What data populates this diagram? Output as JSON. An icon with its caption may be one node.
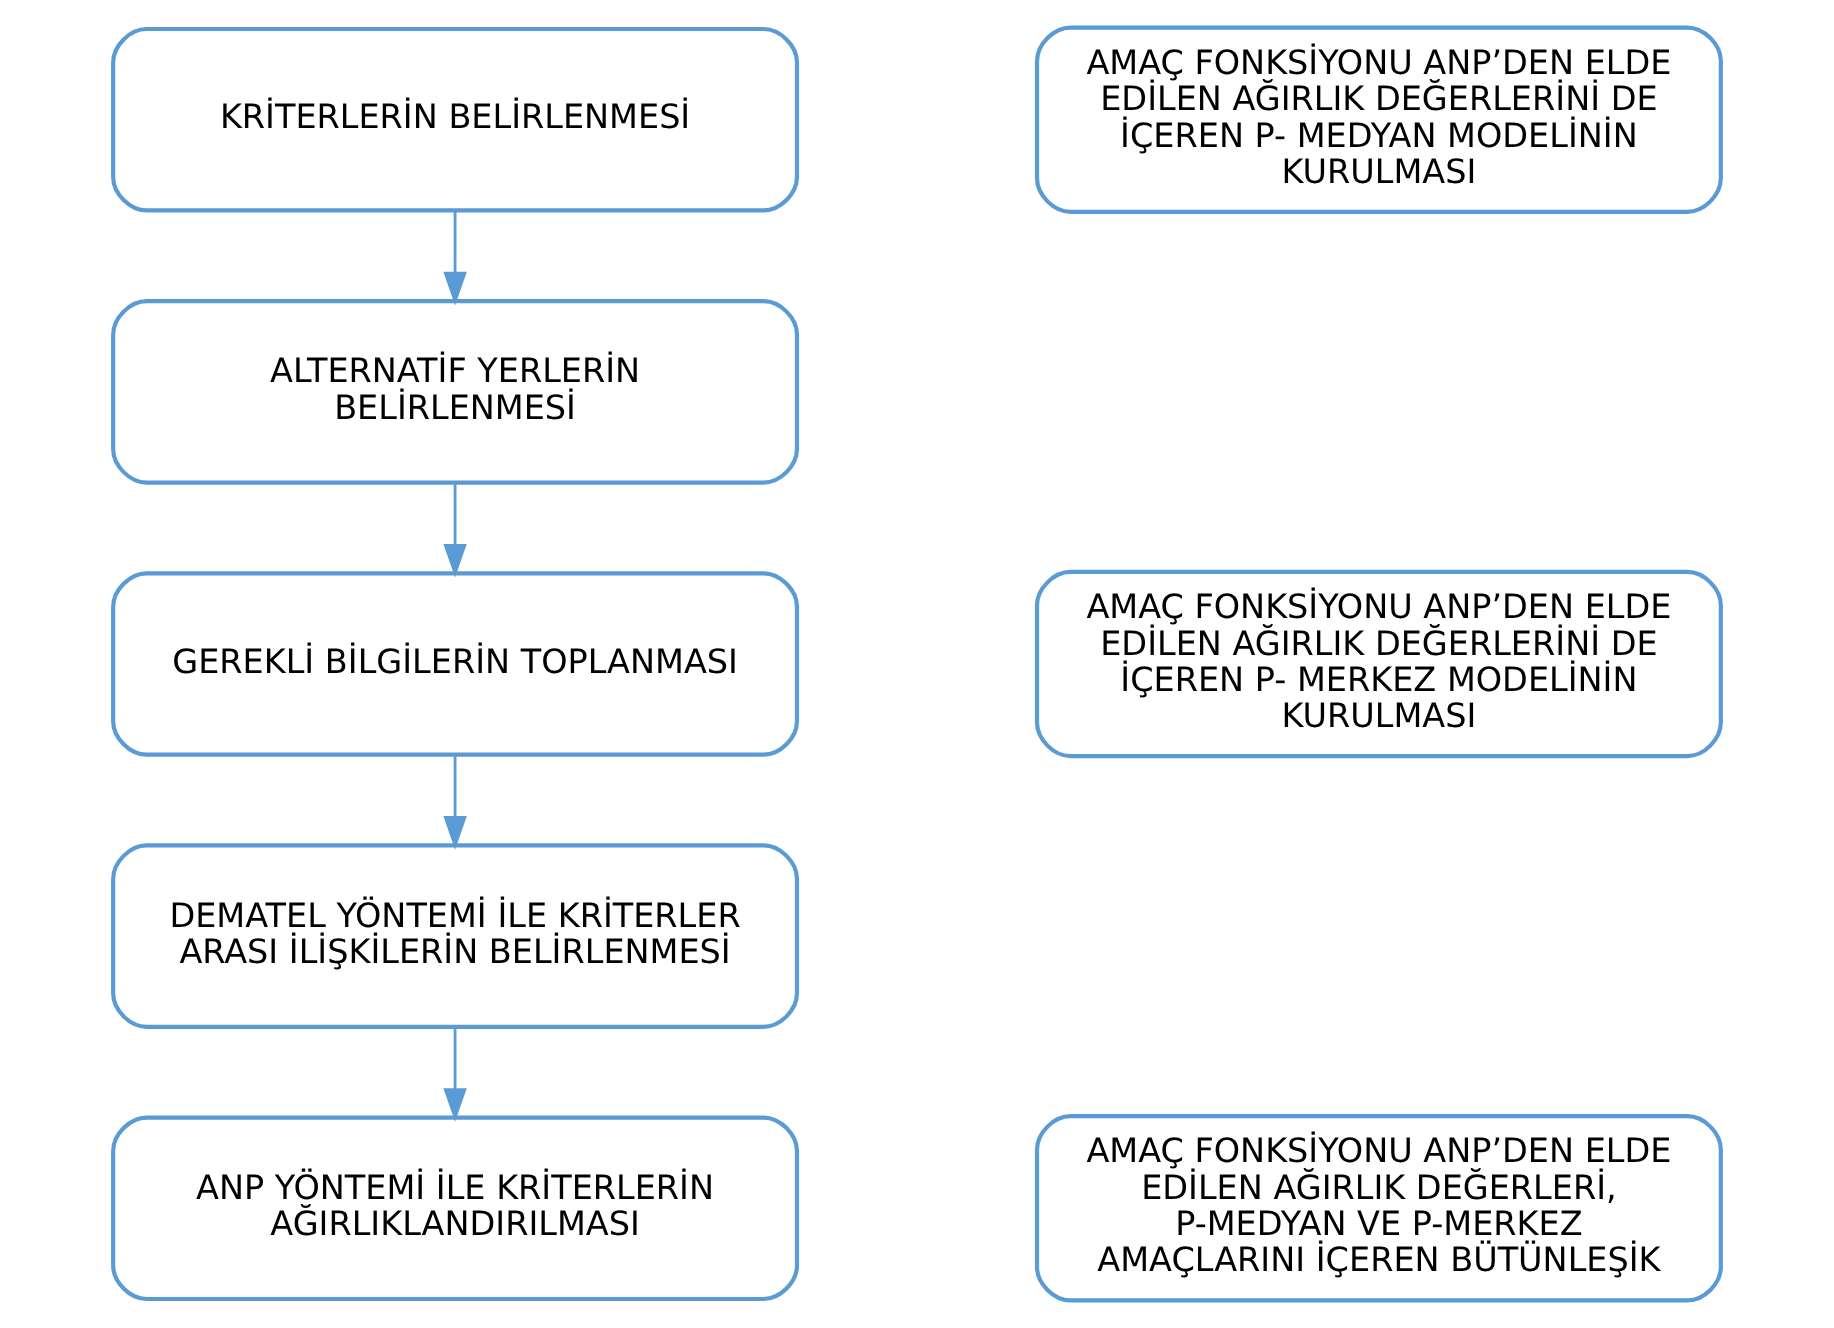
{
  "diagram": {
    "nodes": [
      {
        "text": [
          "KRİTERLERİN BELİRLENMESİ"
        ]
      },
      {
        "text": [
          "ALTERNATİF YERLERİN BELİRLENMESİ"
        ]
      },
      {
        "text": [
          "GEREKLİ BİLGİLERİN TOPLANMASI"
        ]
      },
      {
        "text": [
          "DEMATEL YÖNTEMİ İLE KRİTERLER ARASI İLİŞKİLERİN BELİRLENMESİ"
        ]
      },
      {
        "text": [
          "ANP YÖNTEMİ İLE KRİTERLERİN AĞIRLIKLANDIRILMASI"
        ]
      },
      {
        "text": [
          "AMAÇ FONKSİYONU ANP’DEN ELDE EDİLEN AĞIRLIK DEĞERLERİNİ DE İÇEREN P- MEDYAN MODELİNİN KURULMASI"
        ]
      },
      {
        "text": [
          "AMAÇ FONKSİYONU ANP’DEN ELDE EDİLEN AĞIRLIK DEĞERLERİNİ DE İÇEREN P- MERKEZ MODELİNİN KURULMASI"
        ]
      },
      {
        "text": [
          "AMAÇ FONKSİYONU ANP’DEN ELDE EDİLEN AĞIRLIK DEĞERLERİ, P-MEDYAN VE P-MERKEZ AMAÇLARINI İÇEREN BÜTÜNLEŞİK"
        ]
      }
    ],
    "edges": [
      {
        "from": 0,
        "to": 1,
        "arrow": "to"
      },
      {
        "from": 1,
        "to": 2,
        "arrow": "to"
      },
      {
        "from": 2,
        "to": 3,
        "arrow": "to"
      },
      {
        "from": 3,
        "to": 4,
        "arrow": "to"
      }
    ]
  }
}
